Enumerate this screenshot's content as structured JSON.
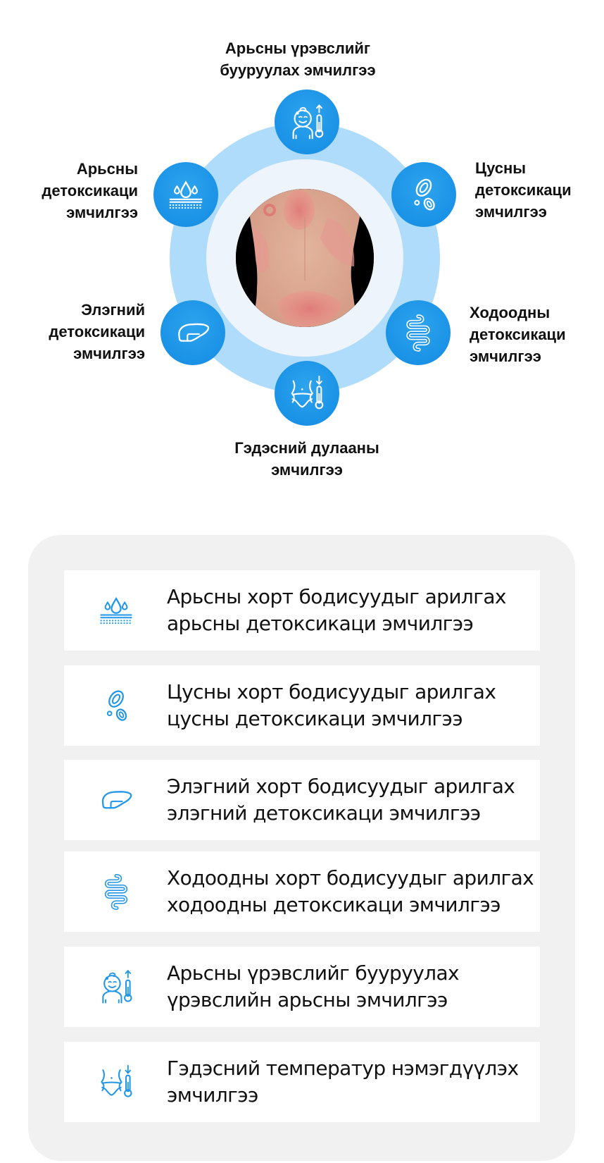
{
  "colors": {
    "node_blue": "#1a92e6",
    "ring_light_blue": "#aedcfa",
    "ring_pale": "#eef4fb",
    "icon_blue": "#2196e8",
    "panel_gray": "#f1f1f1",
    "item_white": "#ffffff"
  },
  "diagram": {
    "center_image": "skin-rash-back-photo",
    "nodes": [
      {
        "id": "top",
        "icon": "baby-thermometer-up-icon",
        "label": [
          "Арьсны үрэвслийг",
          "бууруулах эмчилгээ"
        ]
      },
      {
        "id": "upper-right",
        "icon": "blood-cells-icon",
        "label": [
          "Цусны",
          "детоксикаци",
          "эмчилгээ"
        ]
      },
      {
        "id": "lower-right",
        "icon": "intestine-icon",
        "label": [
          "Ходоодны",
          "детоксикаци",
          "эмчилгээ"
        ]
      },
      {
        "id": "bottom",
        "icon": "abdomen-thermometer-down-icon",
        "label": [
          "Гэдэсний дулааны",
          "эмчилгээ"
        ]
      },
      {
        "id": "lower-left",
        "icon": "liver-icon",
        "label": [
          "Элэгний",
          "детоксикаци",
          "эмчилгээ"
        ]
      },
      {
        "id": "upper-left",
        "icon": "skin-water-drops-icon",
        "label": [
          "Арьсны",
          "детоксикаци",
          "эмчилгээ"
        ]
      }
    ]
  },
  "list": {
    "items": [
      {
        "icon": "skin-water-drops-icon",
        "lines": [
          "Арьсны хорт бодисуудыг арилгах",
          "арьсны детоксикаци эмчилгээ"
        ]
      },
      {
        "icon": "blood-cells-icon",
        "lines": [
          "Цусны хорт бодисуудыг арилгах",
          "цусны детоксикаци эмчилгээ"
        ]
      },
      {
        "icon": "liver-icon",
        "lines": [
          "Элэгний хорт бодисуудыг арилгах",
          "элэгний детоксикаци эмчилгээ"
        ]
      },
      {
        "icon": "intestine-icon",
        "lines": [
          "Ходоодны хорт бодисуудыг арилгах",
          "ходоодны детоксикаци эмчилгээ"
        ]
      },
      {
        "icon": "baby-thermometer-up-icon",
        "lines": [
          "Арьсны үрэвслийг бууруулах",
          "үрэвслийн арьсны эмчилгээ"
        ]
      },
      {
        "icon": "abdomen-thermometer-down-icon",
        "lines": [
          "Гэдэсний температур нэмэгдүүлэх",
          "эмчилгээ"
        ]
      }
    ]
  }
}
